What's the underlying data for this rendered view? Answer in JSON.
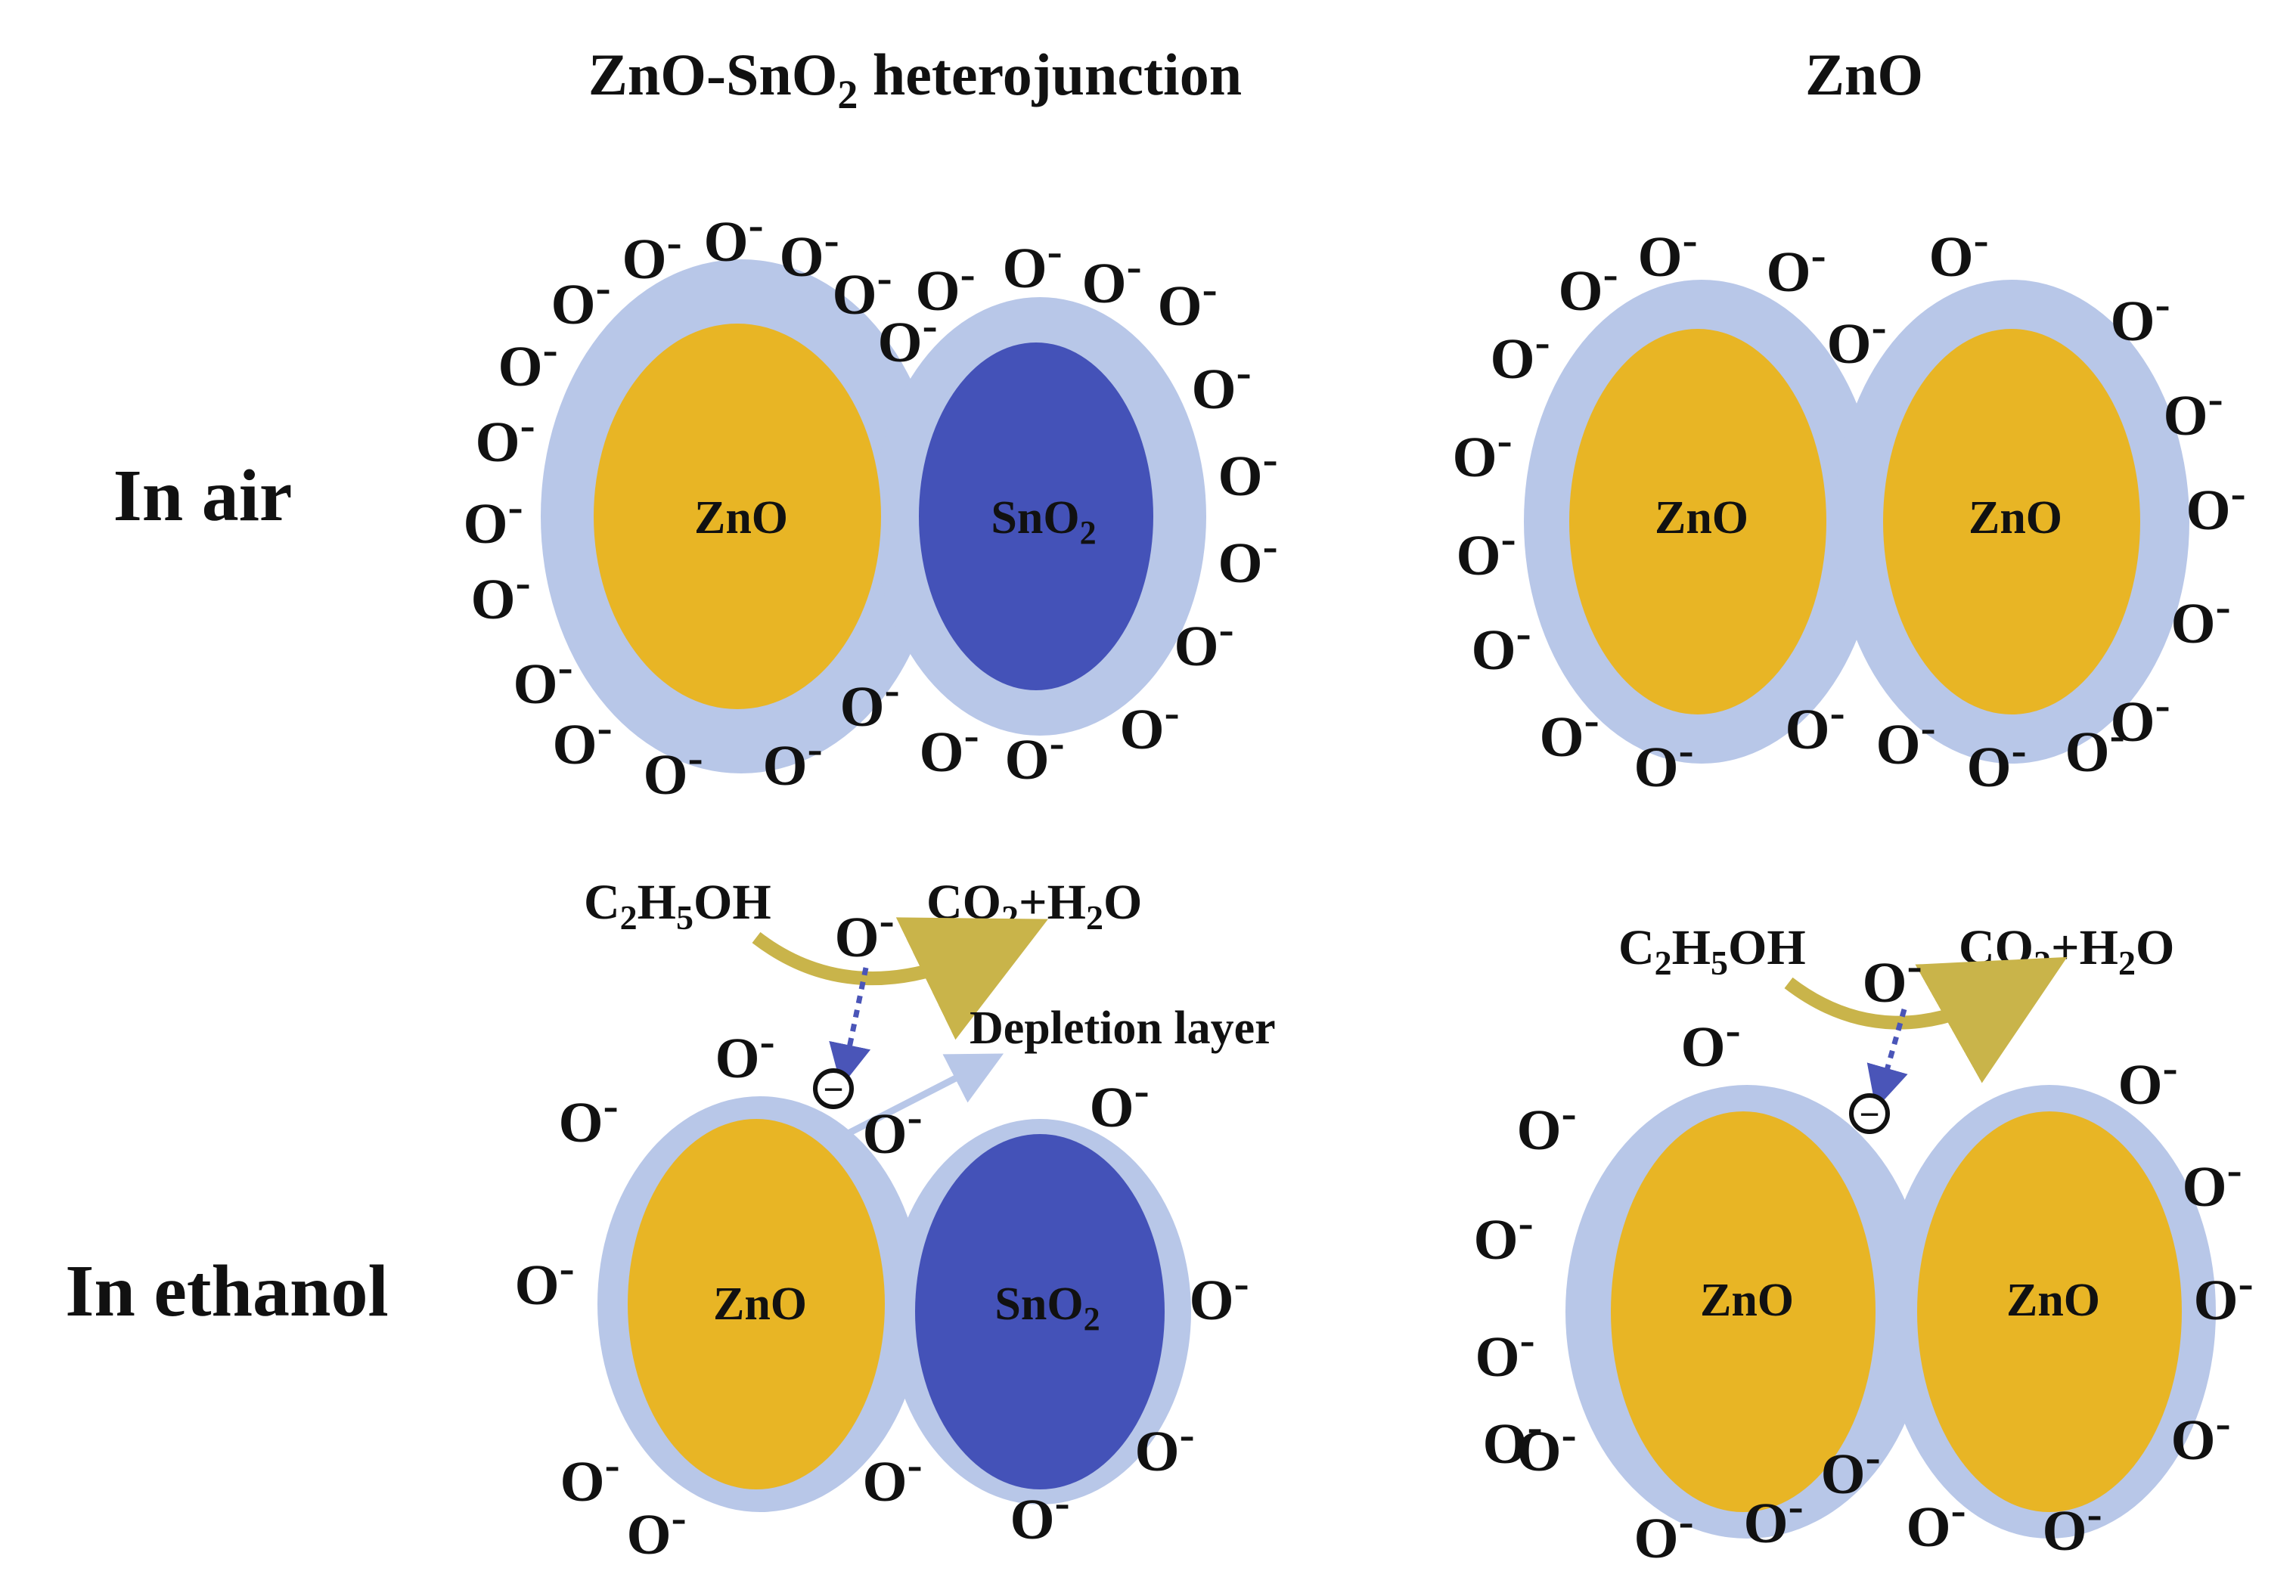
{
  "columns": {
    "heterojunction": {
      "title_main": "ZnO-SnO",
      "title_sub": "2",
      "title_tail": " heterojunction"
    },
    "zno": {
      "title": "ZnO"
    }
  },
  "rows": {
    "air": "In air",
    "ethanol": "In ethanol"
  },
  "labels": {
    "zno": "ZnO",
    "sno2_main": "SnO",
    "sno2_sub": "2",
    "oxygen_ion": "O",
    "charge": "-",
    "electron": "−",
    "depletion_layer": "Depletion layer",
    "ethanol_formula": {
      "c": "C",
      "c_sub": "2",
      "h": "H",
      "h_sub": "5",
      "oh": "OH"
    },
    "products": {
      "co": "CO",
      "co_sub": "2",
      "rest": "+H",
      "h_sub": "2",
      "o": "O"
    }
  },
  "colors": {
    "zno_core": "#E8B525",
    "sno2_core": "#4452B8",
    "depletion_shell": "#B8C7E8",
    "arrow_curve": "#C9B44A",
    "arrow_dotted": "#4A55B8",
    "depletion_arrow": "#B8C7E8",
    "text": "#111111"
  }
}
